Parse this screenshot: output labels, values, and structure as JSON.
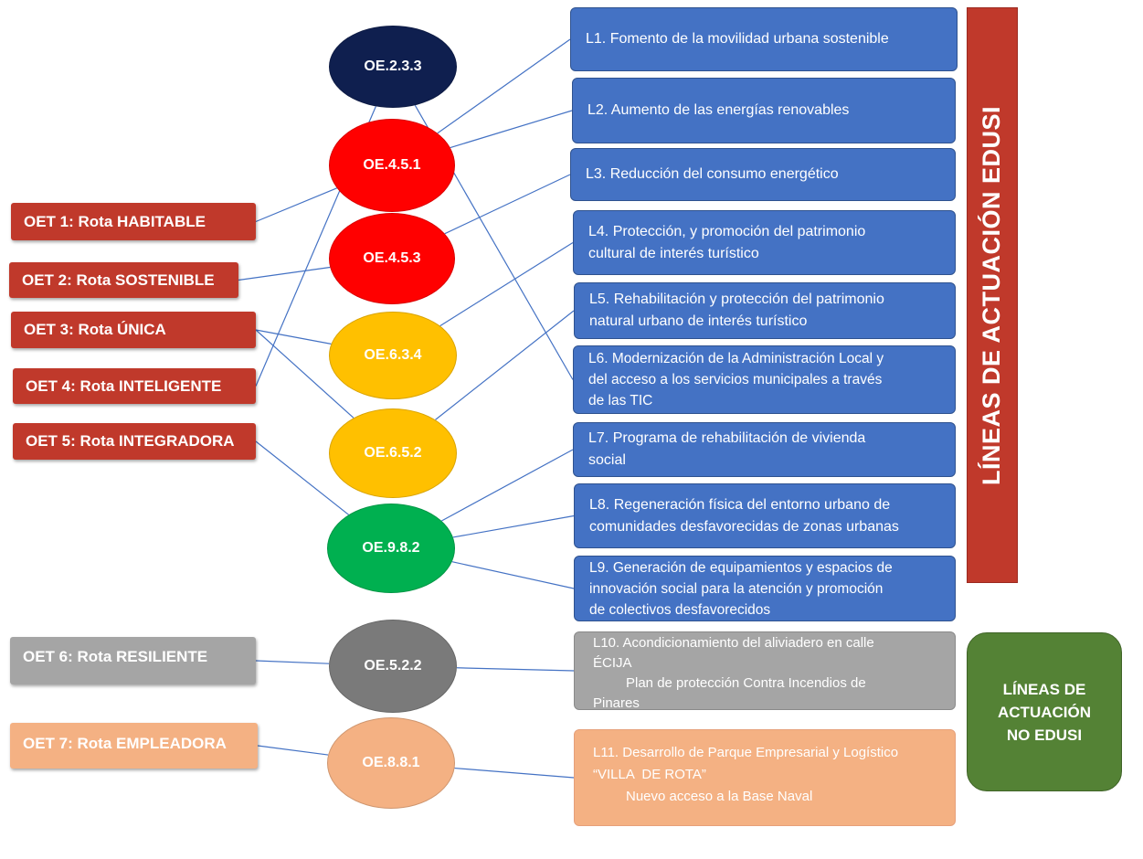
{
  "colors": {
    "oet_red": "#c0392b",
    "oet_gray": "#a5a5a5",
    "oet_peach": "#f4b183",
    "oe_navy": "#0f1f4f",
    "oe_red": "#ff0000",
    "oe_yellow": "#ffc000",
    "oe_green": "#00b050",
    "oe_gray": "#7a7a7a",
    "oe_peach": "#f4b183",
    "line_blue": "#4472c4",
    "connector": "#4472c4"
  },
  "strategic_objectives": [
    {
      "id": "oet1",
      "label": "OET 1: Rota HABITABLE"
    },
    {
      "id": "oet2",
      "label": "OET 2: Rota SOSTENIBLE"
    },
    {
      "id": "oet3",
      "label": "OET 3: Rota ÚNICA"
    },
    {
      "id": "oet4",
      "label": "OET 4: Rota INTELIGENTE"
    },
    {
      "id": "oet5",
      "label": "OET 5: Rota INTEGRADORA"
    },
    {
      "id": "oet6",
      "label": "OET 6: Rota RESILIENTE"
    },
    {
      "id": "oet7",
      "label": "OET 7: Rota EMPLEADORA"
    }
  ],
  "specific_objectives": [
    {
      "id": "oe233",
      "label": "OE.2.3.3"
    },
    {
      "id": "oe451",
      "label": "OE.4.5.1"
    },
    {
      "id": "oe453",
      "label": "OE.4.5.3"
    },
    {
      "id": "oe634",
      "label": "OE.6.3.4"
    },
    {
      "id": "oe652",
      "label": "OE.6.5.2"
    },
    {
      "id": "oe982",
      "label": "OE.9.8.2"
    },
    {
      "id": "oe522",
      "label": "OE.5.2.2"
    },
    {
      "id": "oe881",
      "label": "OE.8.8.1"
    }
  ],
  "action_lines": [
    {
      "id": "l1",
      "lines": [
        "L1. Fomento de la movilidad urbana sostenible"
      ]
    },
    {
      "id": "l2",
      "lines": [
        "L2. Aumento de las energías renovables"
      ]
    },
    {
      "id": "l3",
      "lines": [
        "L3. Reducción del consumo energético"
      ]
    },
    {
      "id": "l4",
      "lines": [
        "L4. Protección, y promoción del patrimonio",
        "cultural de interés turístico"
      ]
    },
    {
      "id": "l5",
      "lines": [
        "L5. Rehabilitación y protección del patrimonio",
        "natural urbano de interés turístico"
      ]
    },
    {
      "id": "l6",
      "lines": [
        "L6. Modernización de la Administración Local y",
        "del acceso a los servicios municipales a través",
        "de las TIC"
      ]
    },
    {
      "id": "l7",
      "lines": [
        "L7. Programa de rehabilitación de vivienda",
        "social"
      ]
    },
    {
      "id": "l8",
      "lines": [
        "L8. Regeneración física del entorno urbano de",
        "comunidades desfavorecidas de zonas urbanas"
      ]
    },
    {
      "id": "l9",
      "lines": [
        "L9. Generación de equipamientos y espacios de",
        "innovación social para la atención y promoción",
        "de colectivos desfavorecidos"
      ]
    },
    {
      "id": "l10",
      "lines": [
        "L10. Acondicionamiento del aliviadero en calle",
        "ÉCIJA",
        "Plan de protección Contra Incendios de",
        "Pinares"
      ]
    },
    {
      "id": "l11",
      "lines": [
        "L11. Desarrollo de Parque Empresarial y Logístico",
        "“VILLA  DE ROTA”",
        "Nuevo acceso a la Base Naval"
      ]
    }
  ],
  "sidebar": {
    "edusi_label": "LÍNEAS DE ACTUACIÓN EDUSI",
    "no_edusi_line1": "LÍNEAS DE",
    "no_edusi_line2": "ACTUACIÓN",
    "no_edusi_line3": "NO EDUSI"
  },
  "connections": [
    [
      "oet1",
      "oe451"
    ],
    [
      "oet2",
      "oe453"
    ],
    [
      "oet3",
      "oe634"
    ],
    [
      "oet3",
      "oe652"
    ],
    [
      "oet4",
      "oe233"
    ],
    [
      "oet5",
      "oe982"
    ],
    [
      "oet6",
      "oe522"
    ],
    [
      "oet7",
      "oe881"
    ],
    [
      "oe233",
      "l6"
    ],
    [
      "oe451",
      "l1"
    ],
    [
      "oe451",
      "l2"
    ],
    [
      "oe453",
      "l3"
    ],
    [
      "oe634",
      "l4"
    ],
    [
      "oe652",
      "l5"
    ],
    [
      "oe982",
      "l7"
    ],
    [
      "oe982",
      "l8"
    ],
    [
      "oe982",
      "l9"
    ],
    [
      "oe522",
      "l10"
    ],
    [
      "oe881",
      "l11"
    ]
  ]
}
